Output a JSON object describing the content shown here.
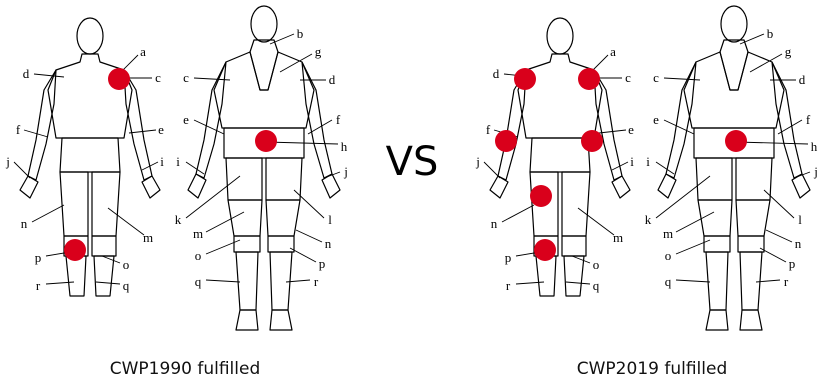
{
  "separator": "VS",
  "captions": [
    "CWP1990 fulfilled",
    "CWP2019 fulfilled"
  ],
  "colors": {
    "marker": "#d9001b",
    "line": "#000000",
    "background": "#ffffff"
  },
  "panels": [
    {
      "front": {
        "labels": [
          "a",
          "c",
          "d",
          "e",
          "f",
          "i",
          "j",
          "m",
          "n",
          "o",
          "p",
          "q",
          "r"
        ],
        "markers": [
          "c",
          "p"
        ]
      },
      "back": {
        "labels": [
          "b",
          "g",
          "c",
          "d",
          "e",
          "f",
          "h",
          "i",
          "j",
          "k",
          "l",
          "m",
          "n",
          "o",
          "p",
          "q",
          "r"
        ],
        "markers": [
          "h"
        ]
      }
    },
    {
      "front": {
        "labels": [
          "a",
          "c",
          "d",
          "e",
          "f",
          "i",
          "j",
          "m",
          "n",
          "o",
          "p",
          "q",
          "r"
        ],
        "markers": [
          "c",
          "d",
          "f",
          "e",
          "n",
          "p"
        ]
      },
      "back": {
        "labels": [
          "b",
          "g",
          "c",
          "d",
          "e",
          "f",
          "h",
          "i",
          "j",
          "k",
          "l",
          "m",
          "n",
          "o",
          "p",
          "q",
          "r"
        ],
        "markers": [
          "h"
        ]
      }
    }
  ]
}
